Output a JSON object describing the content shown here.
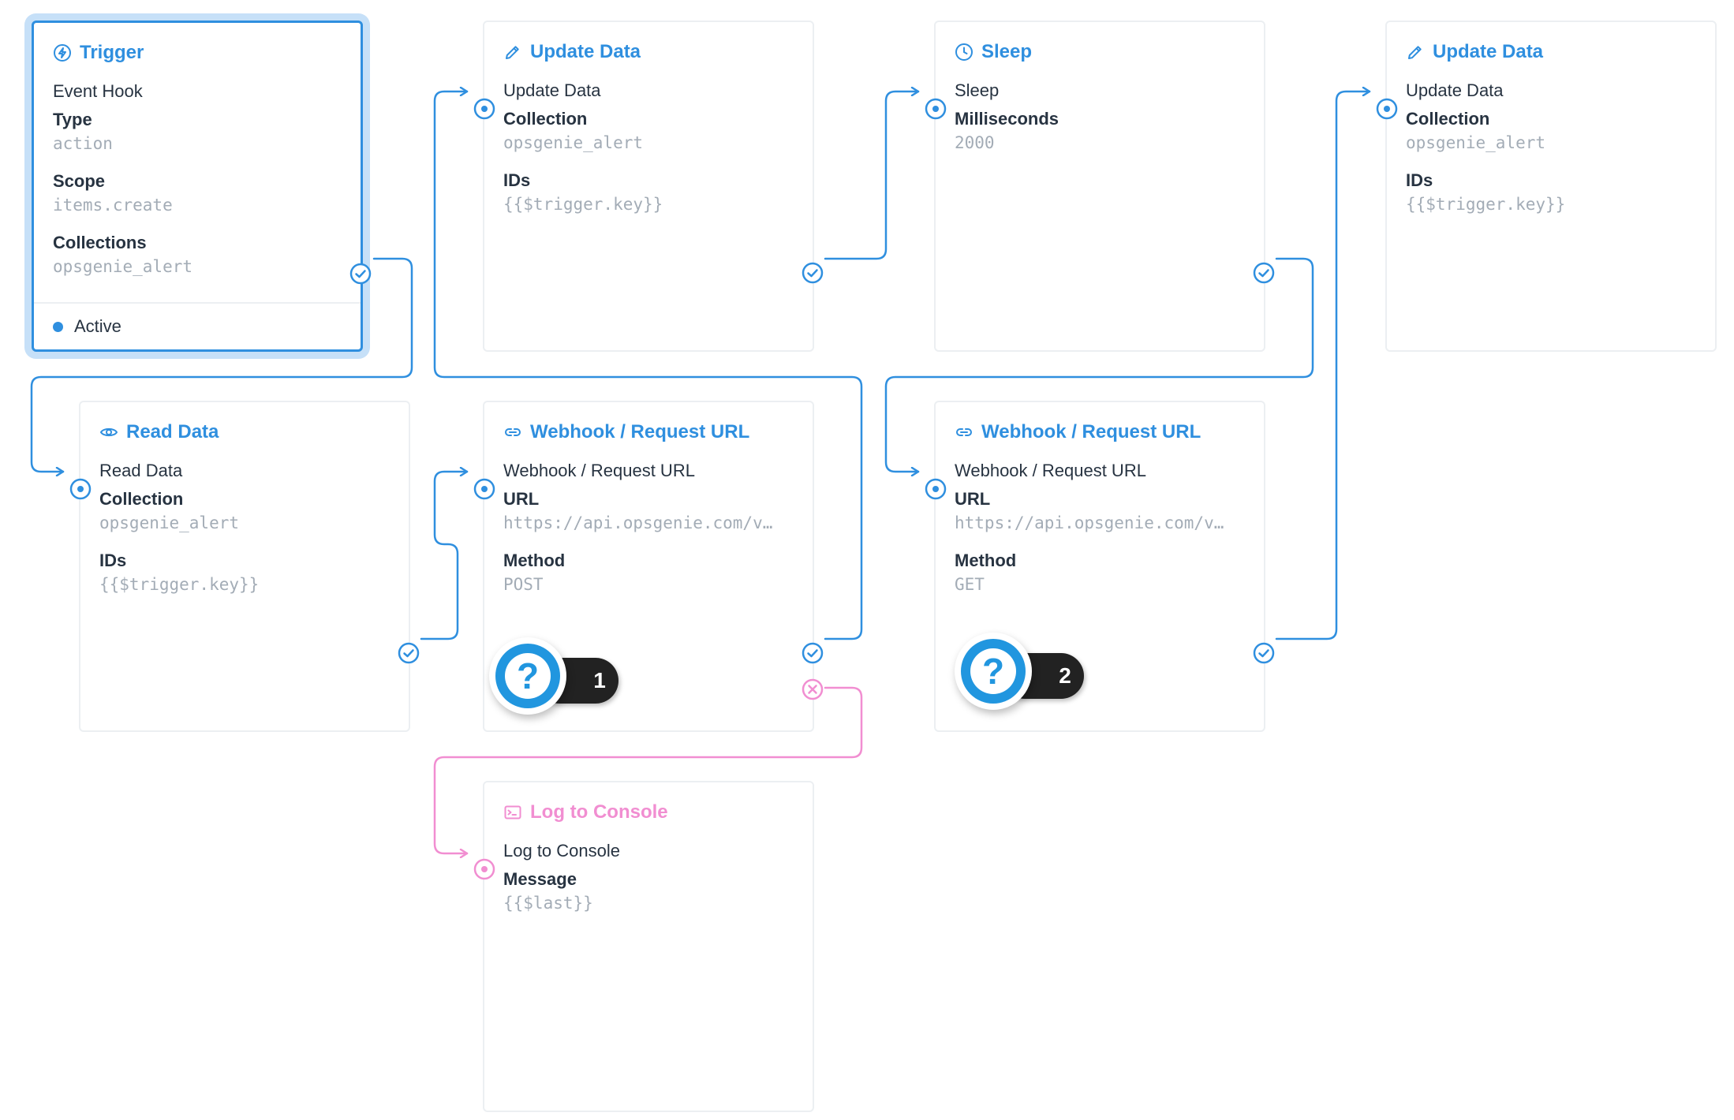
{
  "colors": {
    "accent": "#2f8fdf",
    "error": "#f18ed1",
    "muted": "#a3acb6",
    "text": "#273341"
  },
  "cards": {
    "trigger": {
      "icon": "bolt-icon",
      "title": "Trigger",
      "subtitle": "Event Hook",
      "fields": [
        {
          "label": "Type",
          "value": "action"
        },
        {
          "label": "Scope",
          "value": "items.create"
        },
        {
          "label": "Collections",
          "value": "opsgenie_alert"
        }
      ],
      "status": "Active"
    },
    "update_data_1": {
      "icon": "pencil-icon",
      "title": "Update Data",
      "subtitle": "Update Data",
      "fields": [
        {
          "label": "Collection",
          "value": "opsgenie_alert"
        },
        {
          "label": "IDs",
          "value": "{{$trigger.key}}"
        }
      ]
    },
    "sleep": {
      "icon": "clock-icon",
      "title": "Sleep",
      "subtitle": "Sleep",
      "fields": [
        {
          "label": "Milliseconds",
          "value": "2000"
        }
      ]
    },
    "update_data_2": {
      "icon": "pencil-icon",
      "title": "Update Data",
      "subtitle": "Update Data",
      "fields": [
        {
          "label": "Collection",
          "value": "opsgenie_alert"
        },
        {
          "label": "IDs",
          "value": "{{$trigger.key}}"
        }
      ]
    },
    "read_data": {
      "icon": "eye-icon",
      "title": "Read Data",
      "subtitle": "Read Data",
      "fields": [
        {
          "label": "Collection",
          "value": "opsgenie_alert"
        },
        {
          "label": "IDs",
          "value": "{{$trigger.key}}"
        }
      ]
    },
    "webhook_1": {
      "icon": "link-icon",
      "title": "Webhook / Request URL",
      "subtitle": "Webhook / Request URL",
      "fields": [
        {
          "label": "URL",
          "value": "https://api.opsgenie.com/v…"
        },
        {
          "label": "Method",
          "value": "POST"
        }
      ],
      "badge": "1"
    },
    "webhook_2": {
      "icon": "link-icon",
      "title": "Webhook / Request URL",
      "subtitle": "Webhook / Request URL",
      "fields": [
        {
          "label": "URL",
          "value": "https://api.opsgenie.com/v…"
        },
        {
          "label": "Method",
          "value": "GET"
        }
      ],
      "badge": "2"
    },
    "log_console": {
      "icon": "terminal-icon",
      "title": "Log to Console",
      "subtitle": "Log to Console",
      "fields": [
        {
          "label": "Message",
          "value": "{{$last}}"
        }
      ]
    }
  }
}
